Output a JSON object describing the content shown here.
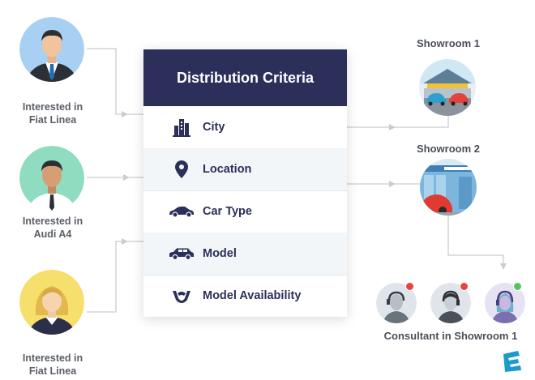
{
  "leads": [
    {
      "label_line1": "Interested in",
      "label_line2": "Fiat Linea"
    },
    {
      "label_line1": "Interested in",
      "label_line2": "Audi A4"
    },
    {
      "label_line1": "Interested in",
      "label_line2": "Fiat Linea"
    }
  ],
  "panel": {
    "title": "Distribution Criteria",
    "criteria": [
      {
        "label": "City",
        "icon": "city-icon"
      },
      {
        "label": "Location",
        "icon": "location-pin-icon"
      },
      {
        "label": "Car Type",
        "icon": "car-type-icon"
      },
      {
        "label": "Model",
        "icon": "car-model-icon"
      },
      {
        "label": "Model Availability",
        "icon": "handshake-icon"
      }
    ]
  },
  "destinations": {
    "showroom1": "Showroom 1",
    "showroom2": "Showroom 2",
    "consultants_label": "Consultant in Showroom 1"
  },
  "consultant_status": [
    "busy",
    "busy",
    "available"
  ],
  "colors": {
    "panel_header": "#2c2f5a",
    "criteria_text": "#2c2f5a",
    "busy": "#e8423c",
    "available": "#5bc25f",
    "connector": "#c9ccd1"
  }
}
